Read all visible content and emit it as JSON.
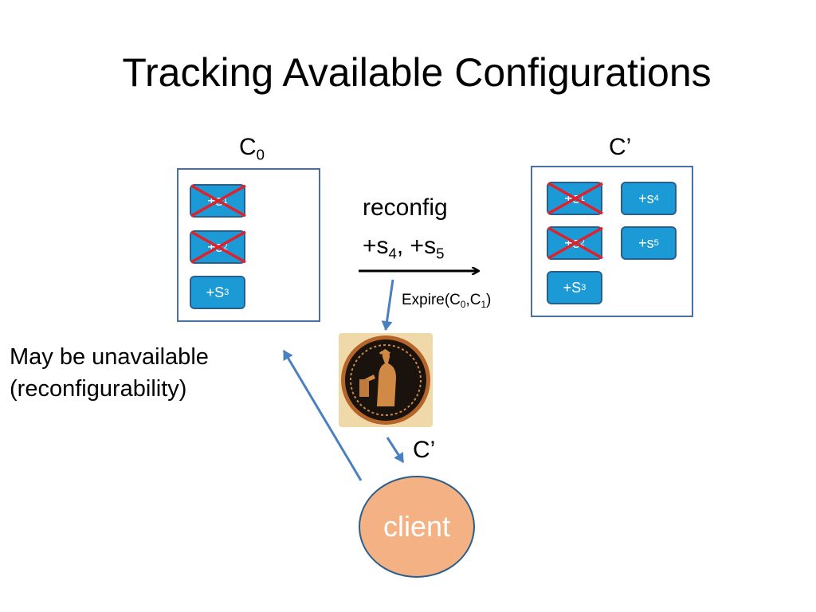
{
  "title": "Tracking Available Configurations",
  "left_config": {
    "label_base": "C",
    "label_sub": "0"
  },
  "right_config": {
    "label": "C’"
  },
  "left_servers": [
    {
      "prefix": "+s",
      "sub": "1",
      "crossed": true
    },
    {
      "prefix": "+s",
      "sub": "2",
      "crossed": true
    },
    {
      "prefix": "+S",
      "sub": "3",
      "crossed": false
    }
  ],
  "right_servers": [
    {
      "prefix": "+s",
      "sub": "1",
      "crossed": true
    },
    {
      "prefix": "+s",
      "sub": "4",
      "crossed": false
    },
    {
      "prefix": "+s",
      "sub": "2",
      "crossed": true
    },
    {
      "prefix": "+s",
      "sub": "5",
      "crossed": false
    },
    {
      "prefix": "+S",
      "sub": "3",
      "crossed": false
    }
  ],
  "reconfig": {
    "line1": "reconfig",
    "p1": "+s",
    "s1": "4",
    "sep": ", ",
    "p2": "+s",
    "s2": "5"
  },
  "expire": {
    "text": "Expire(C",
    "s1": "0",
    "mid": ",C",
    "s2": "1",
    "end": ")"
  },
  "note": {
    "line1": "May be unavailable",
    "line2": "(reconfigurability)"
  },
  "client_config_label": "C’",
  "client_label": "client",
  "colors": {
    "server_fill": "#1c9ad6",
    "cross": "#e0202a",
    "arrow": "#4a7fc0",
    "client_fill": "#f4b183"
  }
}
